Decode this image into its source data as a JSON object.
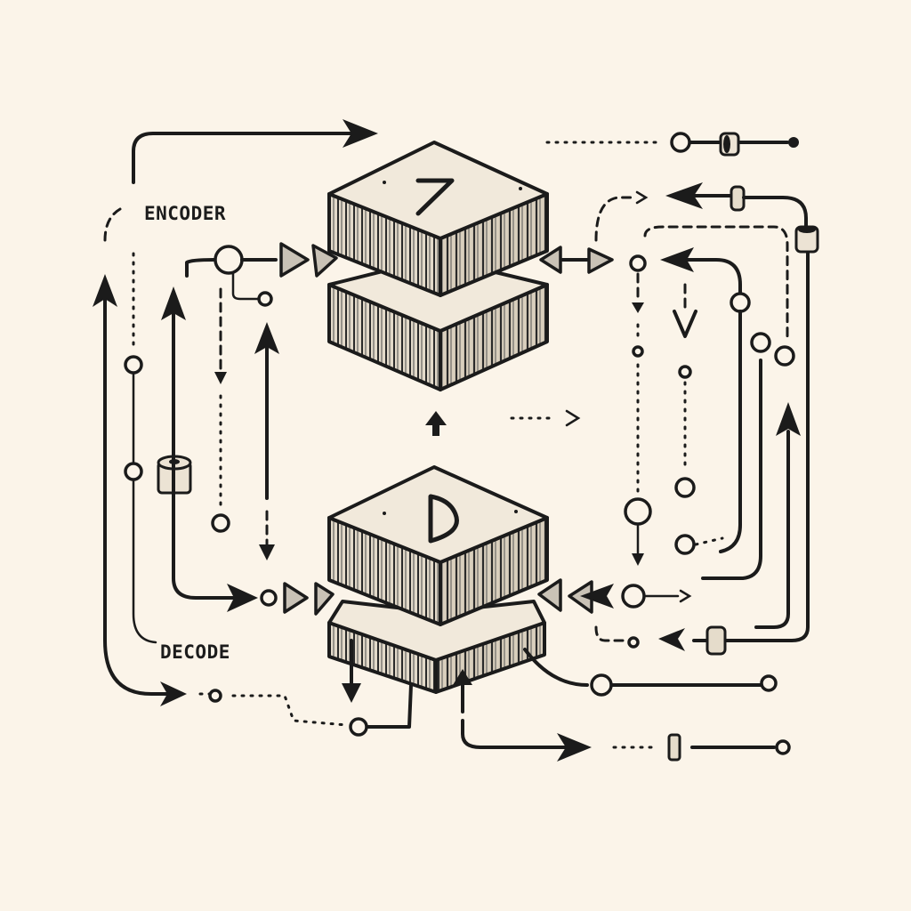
{
  "diagram": {
    "encoder_label": "ENCODER",
    "decoder_label": "DECODE",
    "encoder_block_symbol": "chevron-symbol",
    "decoder_block_symbol": "d-symbol"
  },
  "colors": {
    "background": "#fbf4e9",
    "ink": "#1b1b1b",
    "block_top": "#f1e9db",
    "triangle_fill": "#c9c2b6"
  }
}
